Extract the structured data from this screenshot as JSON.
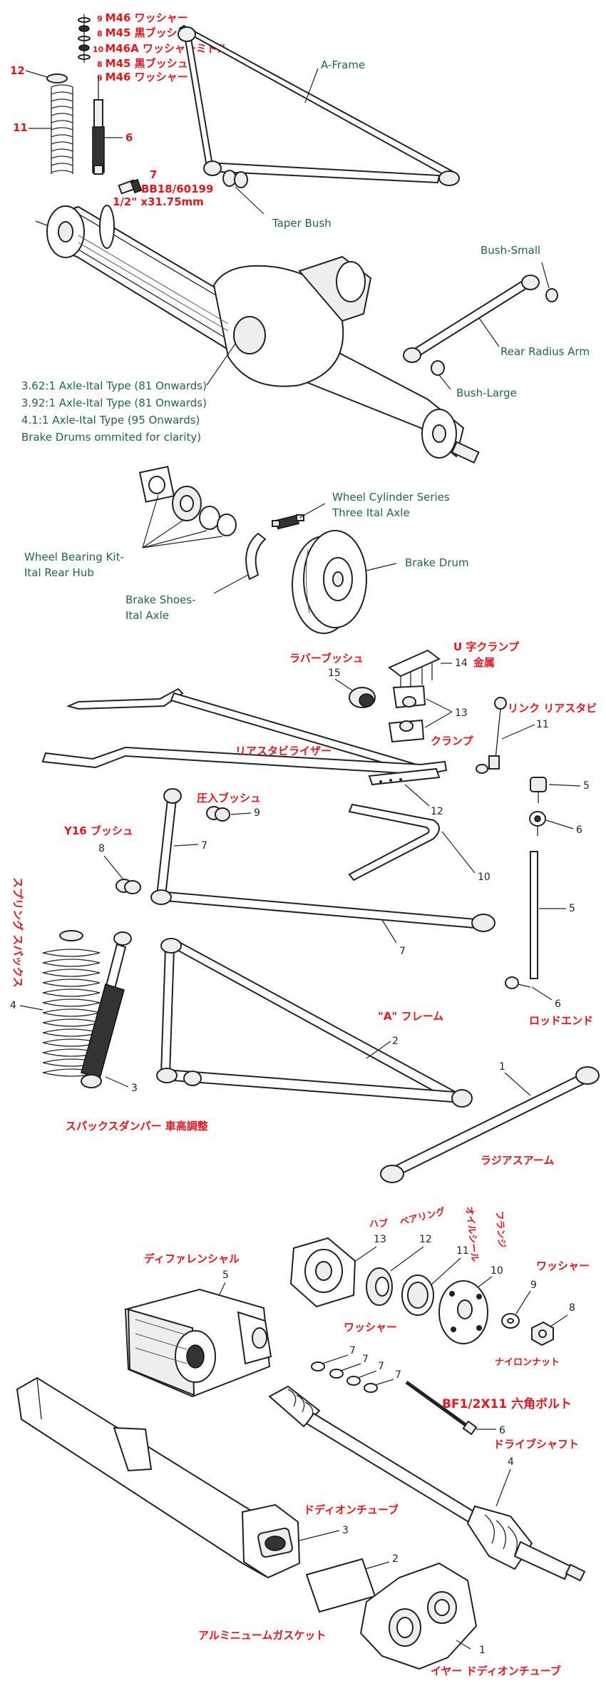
{
  "top": {
    "stack": [
      {
        "num": "9",
        "label": "M46 ワッシャー"
      },
      {
        "num": "8",
        "label": "M45 黒ブッシュ"
      },
      {
        "num": "10",
        "label": "M46A ワッシャーミドル"
      },
      {
        "num": "8",
        "label": "M45 黒ブッシュ"
      },
      {
        "num": "9",
        "label": "M46 ワッシャー"
      }
    ],
    "num_12": "12",
    "num_11": "11",
    "num_6": "6",
    "num_7": "7",
    "bolt_part": "BB18/60199",
    "bolt_size": "1/2\" x31.75mm",
    "aframe": "A-Frame",
    "taper_bush": "Taper Bush",
    "bush_small": "Bush-Small",
    "rear_radius_arm": "Rear Radius Arm",
    "bush_large": "Bush-Large",
    "axle_notes": [
      "3.62:1 Axle-Ital Type (81 Onwards)",
      "3.92:1 Axle-Ital Type (81 Onwards)",
      "4.1:1 Axle-Ital Type (95 Onwards)",
      "Brake Drums ommited for clarity)"
    ],
    "wheel_cylinder": [
      "Wheel Cylinder Series",
      "Three Ital Axle"
    ],
    "brake_drum": "Brake Drum",
    "wheel_bearing": [
      "Wheel Bearing Kit-",
      "Ital Rear Hub"
    ],
    "brake_shoes": [
      "Brake Shoes-",
      "Ital Axle"
    ]
  },
  "middle": {
    "rubber_bush": "ラバーブッシュ",
    "u_clamp": "U 字クランプ",
    "metal": "金属",
    "clamp": "クランプ",
    "link": "リンク リアスタビ",
    "rear_stabilizer": "リアスタビライザー",
    "press_bush": "圧入ブッシュ",
    "y16_bush": "Y16 ブッシュ",
    "spring_vertical": "スプリング スパックス",
    "a_frame_jp": "\"A\" フレーム",
    "rod_end": "ロッドエンド",
    "damper": "スパックスダンパー 車高調整",
    "radius_arm": "ラジアスアーム",
    "n15": "15",
    "n14": "14",
    "n13": "13",
    "n11": "11",
    "n12": "12",
    "n9": "9",
    "n7a": "7",
    "n8": "8",
    "n10": "10",
    "n5a": "5",
    "n6a": "6",
    "n5b": "5",
    "n7b": "7",
    "n6b": "6",
    "n4": "4",
    "n2": "2",
    "n3": "3",
    "n1": "1"
  },
  "bottom": {
    "hub": "ハブ",
    "bearing": "ベアリング",
    "oil_seal": "オイルシール",
    "flange": "フランジ",
    "washer_r": "ワッシャー",
    "differential": "ディファレンシャル",
    "washer_l": "ワッシャー",
    "nylon_nut": "ナイロンナット",
    "bolt": "BF1/2X11 六角ボルト",
    "drive_shaft": "ドライブシャフト",
    "dedion_tube": "ドディオンチューブ",
    "gasket": "アルミニュームガスケット",
    "ear_tube": "イヤー ドディオンチューブ",
    "n13": "13",
    "n12": "12",
    "n11": "11",
    "n10": "10",
    "n9": "9",
    "n8": "8",
    "n5": "5",
    "n7a": "7",
    "n7b": "7",
    "n7c": "7",
    "n7d": "7",
    "n6": "6",
    "n4": "4",
    "n3": "3",
    "n2": "2",
    "n1": "1"
  }
}
